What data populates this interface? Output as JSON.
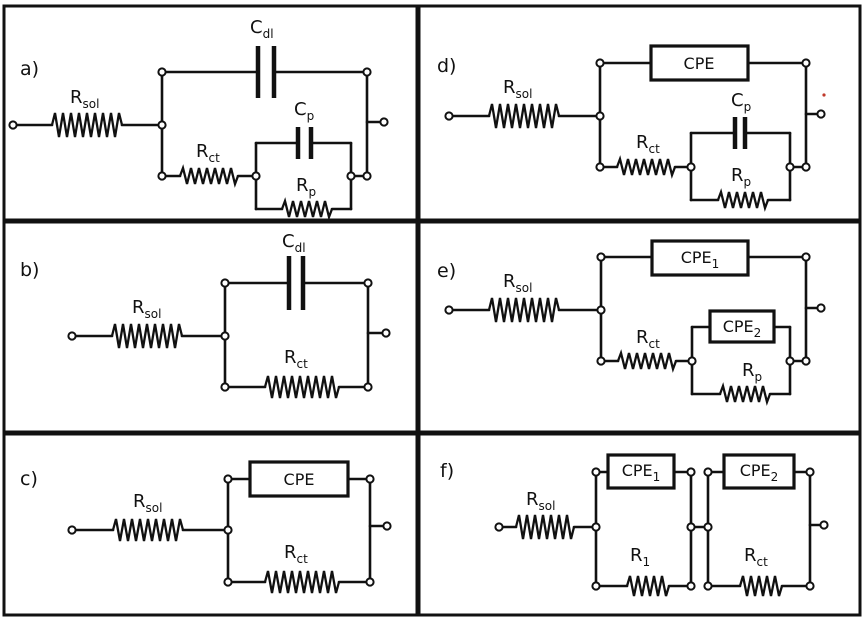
{
  "panels": {
    "a": {
      "label": "a)",
      "rsol": {
        "main": "R",
        "sub": "sol"
      },
      "cdl": {
        "main": "C",
        "sub": "dl"
      },
      "cp": {
        "main": "C",
        "sub": "p"
      },
      "rct": {
        "main": "R",
        "sub": "ct"
      },
      "rp": {
        "main": "R",
        "sub": "p"
      }
    },
    "b": {
      "label": "b)",
      "rsol": {
        "main": "R",
        "sub": "sol"
      },
      "cdl": {
        "main": "C",
        "sub": "dl"
      },
      "rct": {
        "main": "R",
        "sub": "ct"
      }
    },
    "c": {
      "label": "c)",
      "rsol": {
        "main": "R",
        "sub": "sol"
      },
      "cpe": "CPE",
      "rct": {
        "main": "R",
        "sub": "ct"
      }
    },
    "d": {
      "label": "d)",
      "rsol": {
        "main": "R",
        "sub": "sol"
      },
      "cpe": "CPE",
      "cp": {
        "main": "C",
        "sub": "p"
      },
      "rct": {
        "main": "R",
        "sub": "ct"
      },
      "rp": {
        "main": "R",
        "sub": "p"
      }
    },
    "e": {
      "label": "e)",
      "rsol": {
        "main": "R",
        "sub": "sol"
      },
      "cpe1": {
        "main": "CPE",
        "sub": "1"
      },
      "cpe2": {
        "main": "CPE",
        "sub": "2"
      },
      "rct": {
        "main": "R",
        "sub": "ct"
      },
      "rp": {
        "main": "R",
        "sub": "p"
      }
    },
    "f": {
      "label": "f)",
      "rsol": {
        "main": "R",
        "sub": "sol"
      },
      "cpe1": {
        "main": "CPE",
        "sub": "1"
      },
      "cpe2": {
        "main": "CPE",
        "sub": "2"
      },
      "r1": {
        "main": "R",
        "sub": "1"
      },
      "rct": {
        "main": "R",
        "sub": "ct"
      }
    }
  }
}
